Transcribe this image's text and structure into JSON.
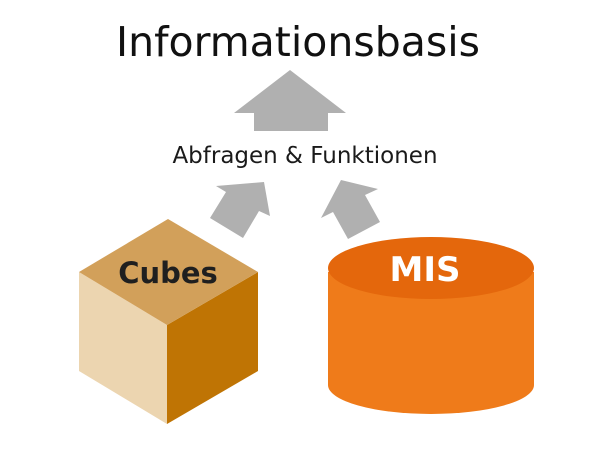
{
  "diagram": {
    "title": "Informationsbasis",
    "middle_label": "Abfragen & Funktionen",
    "cube_label": "Cubes",
    "cylinder_label": "MIS"
  },
  "colors": {
    "arrow": "#b0b0b0",
    "cube_top": "#d2a05a",
    "cube_left": "#ecd5b0",
    "cube_right": "#bf7404",
    "cylinder_body": "#ef7b1a",
    "cylinder_top": "#e4670c",
    "title_text": "#111111"
  }
}
